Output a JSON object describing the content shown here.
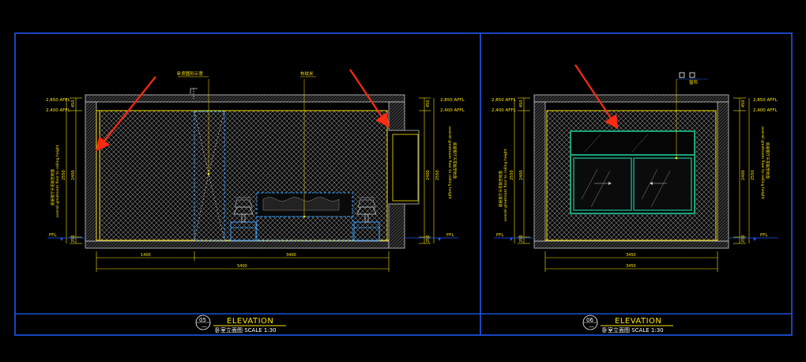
{
  "colors": {
    "background": "#000000",
    "frame": "#1f5cff",
    "annotation": "#ffe600",
    "wall": "#c8c8c8",
    "hatch": "#9a9a9a",
    "window": "#1aa37a",
    "door": "#2fa0ff",
    "arrow": "#ff2a12"
  },
  "left": {
    "section_number": "05",
    "title": "ELEVATION",
    "subtitle": "卧室立面图 SCALE 1:30",
    "label_top_left": "卧房圆形示意",
    "label_top_center": "布纹米",
    "level_top": "2,850 AFFL",
    "level_ceiling": "2,400 AFFL",
    "level_floor": "FFL",
    "dim_ceiling_gap": "450",
    "dim_height": "2400",
    "dim_height_inner": "2550",
    "dim_floor": "250",
    "dim_seg_left": "1400",
    "dim_seg_right": "3400",
    "dim_total": "5400",
    "side_text_en": "overall greatroom floor to ceiling height",
    "side_text_cn": "底层客厅天花板至地面"
  },
  "right": {
    "section_number": "06",
    "title": "ELEVATION",
    "subtitle": "卧室立面图 SCALE 1:30",
    "label_top": "窗帘",
    "level_top": "2,850 AFFL",
    "level_ceiling": "2,400 AFFL",
    "level_floor": "FFL",
    "dim_ceiling_gap": "450",
    "dim_height": "2400",
    "dim_height_inner": "2550",
    "dim_floor": "250",
    "dim_seg": "3450",
    "dim_total": "3450",
    "side_text_en": "overall greatroom floor to ceiling height",
    "side_text_cn": "底层客厅天花板至地面"
  }
}
